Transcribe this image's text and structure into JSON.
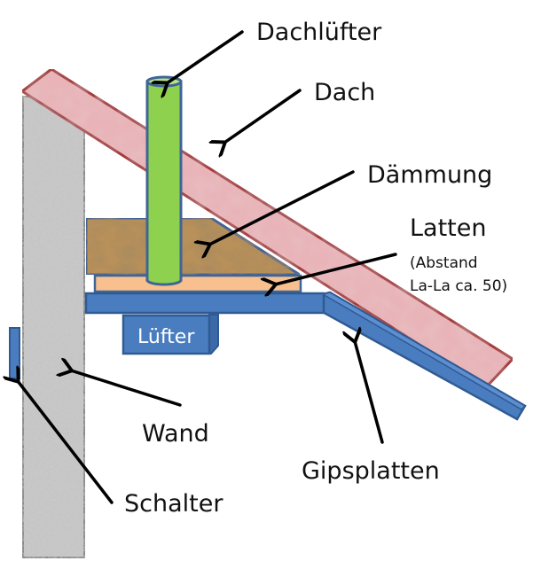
{
  "diagram": {
    "title": "Dachlüfter Aufbau",
    "labels": {
      "dachluefter": "Dachlüfter",
      "dach": "Dach",
      "daemmung": "Dämmung",
      "latten": "Latten",
      "latten_note_line1": "(Abstand",
      "latten_note_line2": "La-La ca. 50)",
      "luefter": "Lüfter",
      "wand": "Wand",
      "schalter": "Schalter",
      "gipsplatten": "Gipsplatten"
    },
    "colors": {
      "roof_fill": "#e8b4b8",
      "roof_stroke": "#a33a3a",
      "wall_fill": "#c8c8c8",
      "wall_stroke": "#8a8a8a",
      "pipe_fill": "#8ed14f",
      "pipe_top": "#b6e38a",
      "pipe_stroke": "#3f6597",
      "insulation_fill": "#b8905a",
      "batten_fill": "#f7c08e",
      "board_fill": "#4a7dc0",
      "board_stroke": "#2f5a93",
      "arrow": "#000000"
    }
  }
}
